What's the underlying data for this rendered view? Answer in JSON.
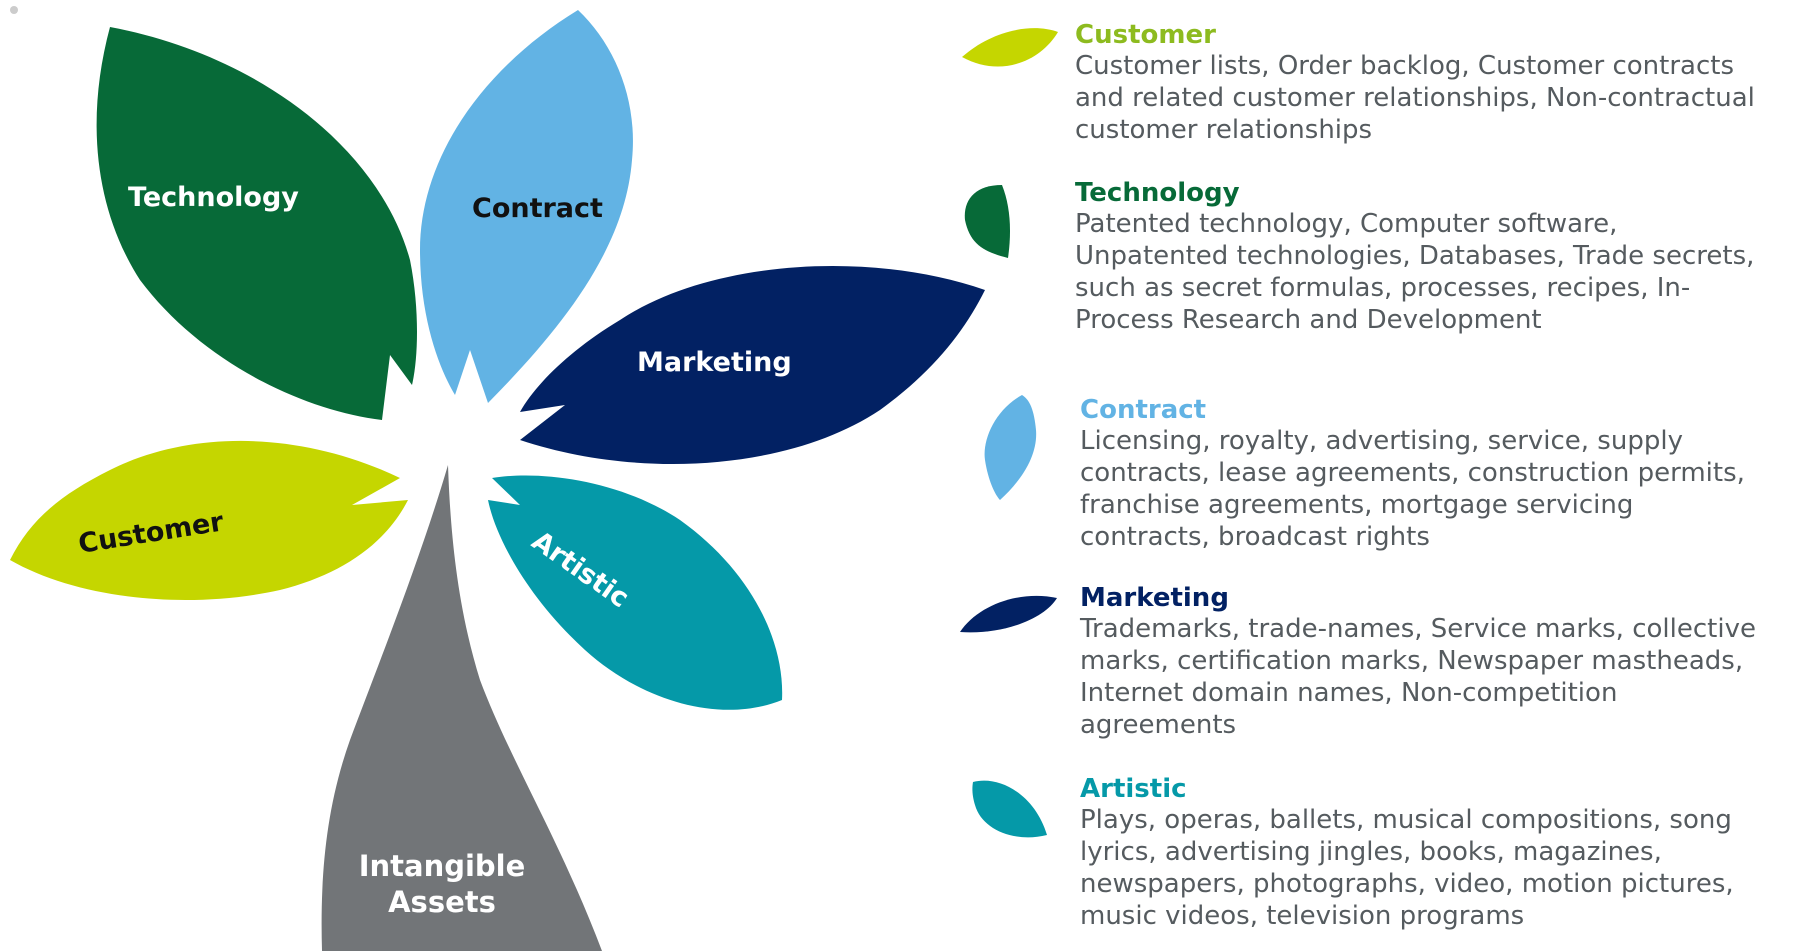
{
  "diagram": {
    "center_label_line1": "Intangible",
    "center_label_line2": "Assets",
    "petals": {
      "technology": {
        "label": "Technology",
        "color": "#076a38"
      },
      "contract": {
        "label": "Contract",
        "color": "#62b3e4"
      },
      "marketing": {
        "label": "Marketing",
        "color": "#022163"
      },
      "customer": {
        "label": "Customer",
        "color": "#c5d600"
      },
      "artistic": {
        "label": "Artistic",
        "color": "#0599a8"
      }
    },
    "stem_color": "#727578",
    "dot_color": "#cccccc"
  },
  "legend": {
    "customer": {
      "title": "Customer",
      "lines": [
        "Customer lists, Order backlog, Customer contracts",
        "and related customer relationships, Non-contractual",
        "customer relationships"
      ]
    },
    "technology": {
      "title": "Technology",
      "lines": [
        "Patented technology, Computer software,",
        "Unpatented technologies, Databases, Trade secrets,",
        "such as secret formulas, processes, recipes, In-",
        "Process Research and Development"
      ]
    },
    "contract": {
      "title": "Contract",
      "lines": [
        "Licensing, royalty, advertising, service, supply",
        "contracts, lease agreements, construction permits,",
        "franchise agreements, mortgage servicing",
        "contracts, broadcast rights"
      ]
    },
    "marketing": {
      "title": "Marketing",
      "lines": [
        "Trademarks, trade-names, Service marks, collective",
        "marks, certification marks, Newspaper mastheads,",
        "Internet domain names, Non-competition",
        "agreements"
      ]
    },
    "artistic": {
      "title": "Artistic",
      "lines": [
        "Plays, operas, ballets, musical compositions, song",
        "lyrics, advertising jingles, books, magazines,",
        "newspapers, photographs, video, motion pictures,",
        "music videos, television programs"
      ]
    }
  }
}
